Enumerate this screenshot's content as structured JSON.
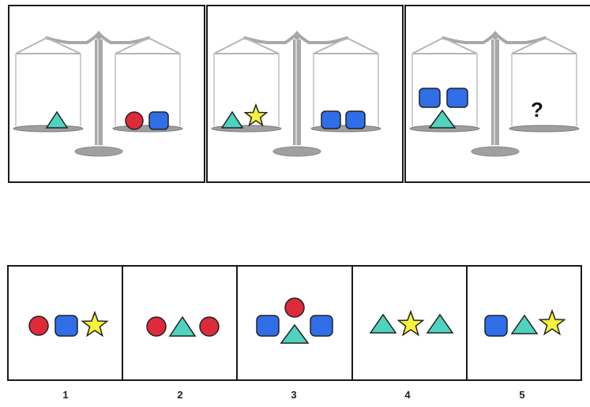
{
  "scales": [
    {
      "id": 1,
      "left_pan": [
        "triangle"
      ],
      "right_pan": [
        "circle",
        "square"
      ]
    },
    {
      "id": 2,
      "left_pan": [
        "triangle",
        "star"
      ],
      "right_pan": [
        "square",
        "square"
      ]
    },
    {
      "id": 3,
      "left_pan": [
        "square",
        "square",
        "triangle"
      ],
      "right_pan": [],
      "unknown_mark": "?"
    }
  ],
  "options": [
    {
      "number": "1",
      "shapes": [
        "circle",
        "square",
        "star"
      ]
    },
    {
      "number": "2",
      "shapes": [
        "circle",
        "triangle",
        "circle"
      ]
    },
    {
      "number": "3",
      "shapes": [
        "square",
        "circle",
        "triangle",
        "square"
      ]
    },
    {
      "number": "4",
      "shapes": [
        "triangle",
        "star",
        "triangle"
      ]
    },
    {
      "number": "5",
      "shapes": [
        "square",
        "triangle",
        "star"
      ]
    }
  ],
  "colors": {
    "circle": "#dd2b3a",
    "square": "#2f6ee6",
    "triangle": "#4fd3be",
    "star": "#f4f23a",
    "outline": "#222222",
    "scale_metal": "#a8a8a8"
  }
}
